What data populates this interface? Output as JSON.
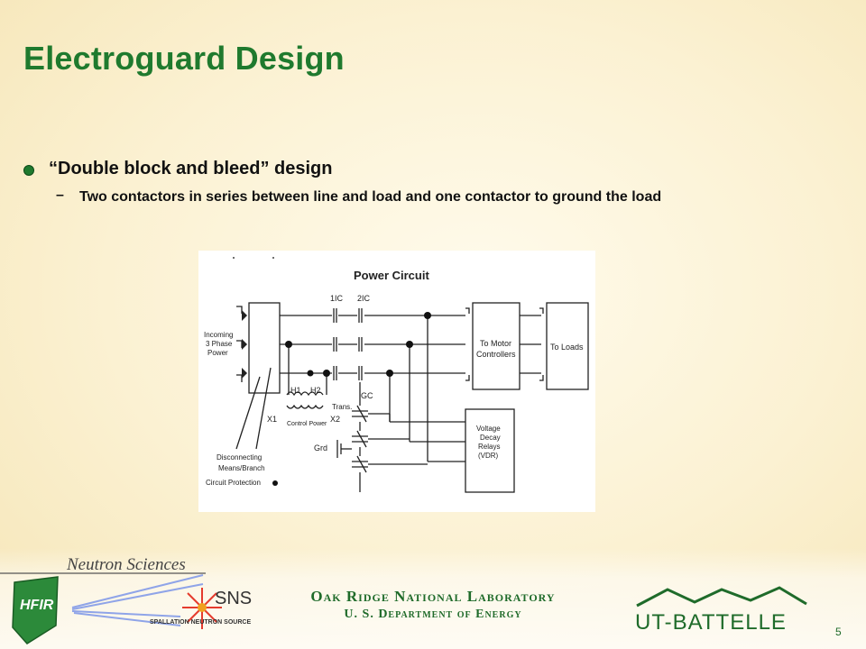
{
  "slide": {
    "title": "Electroguard Design",
    "bullet": "“Double block and bleed” design",
    "sub_dash": "–",
    "sub_bullet": "Two contactors in series between line and load and one contactor to ground the load",
    "page_number": "5"
  },
  "diagram": {
    "title": "Power Circuit",
    "incoming": [
      "Incoming",
      "3 Phase",
      "Power"
    ],
    "contactor_1": "1IC",
    "contactor_2": "2IC",
    "motor_controllers": [
      "To Motor",
      "Controllers"
    ],
    "loads": "To Loads",
    "h1": "H1",
    "h2": "H2",
    "trans": "Trans.",
    "gc": "GC",
    "x1": "X1",
    "x2": "X2",
    "control_power": "Control Power",
    "grd": "Grd",
    "vdr": [
      "Voltage",
      "Decay",
      "Relays",
      "(VDR)"
    ],
    "disconnect": [
      "Disconnecting",
      "Means/Branch",
      "Circuit Protection"
    ]
  },
  "footer": {
    "neutron_sciences": "Neutron Sciences",
    "hfir": "HFIR",
    "sns": "SNS",
    "sns_caption": "SPALLATION NEUTRON SOURCE",
    "ornl_line1": "Oak Ridge National Laboratory",
    "ornl_line2": "U. S. Department of Energy",
    "ut_battelle": "UT-BATTELLE"
  },
  "colors": {
    "title_green": "#1f7a2e",
    "ornl_green": "#1f6b2a",
    "background": "#fbf1d2"
  }
}
